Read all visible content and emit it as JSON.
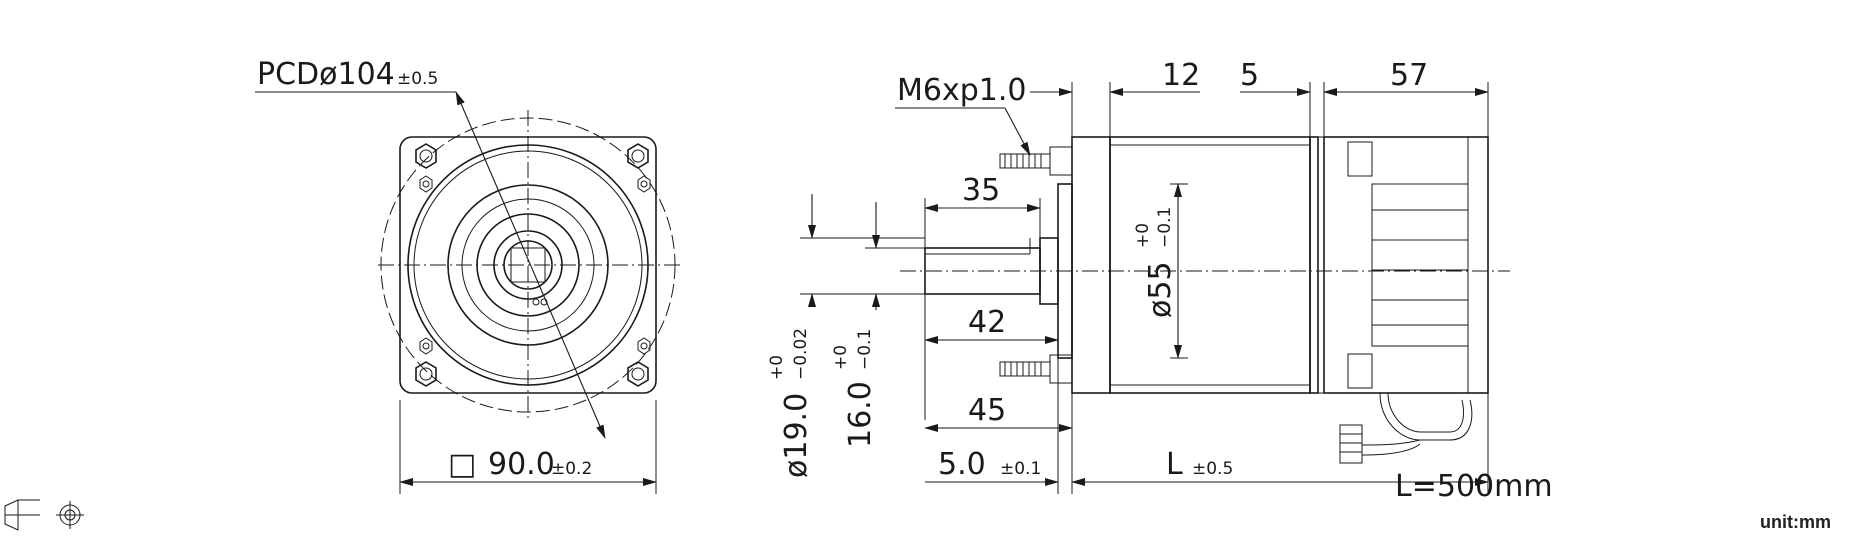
{
  "front_view": {
    "pcd_label": "PCDø104",
    "pcd_tol": "±0.5",
    "flange_symbol": "□",
    "flange_value": "90.0",
    "flange_tol": "±0.2"
  },
  "side_view": {
    "thread_label": "M6xp1.0",
    "dim_12": "12",
    "dim_5": "5",
    "dim_57": "57",
    "dim_35": "35",
    "dim_42": "42",
    "dim_45": "45",
    "dim_5_0": "5.0",
    "dim_5_0_tol": "±0.1",
    "dim_L": "L",
    "dim_L_tol": "±0.5",
    "cable_length": "L=500mm",
    "pilot_dia": "ø55",
    "pilot_tol_upper": "+0",
    "pilot_tol_lower": "−0.1",
    "shaft_dia": "ø19.0",
    "shaft_tol_upper": "+0",
    "shaft_tol_lower": "−0.02",
    "flat_dim": "16.0",
    "flat_tol_upper": "+0",
    "flat_tol_lower": "−0.1"
  },
  "footer": {
    "unit_label": "unit:mm",
    "projection_icon": "third-angle-projection-icon"
  }
}
